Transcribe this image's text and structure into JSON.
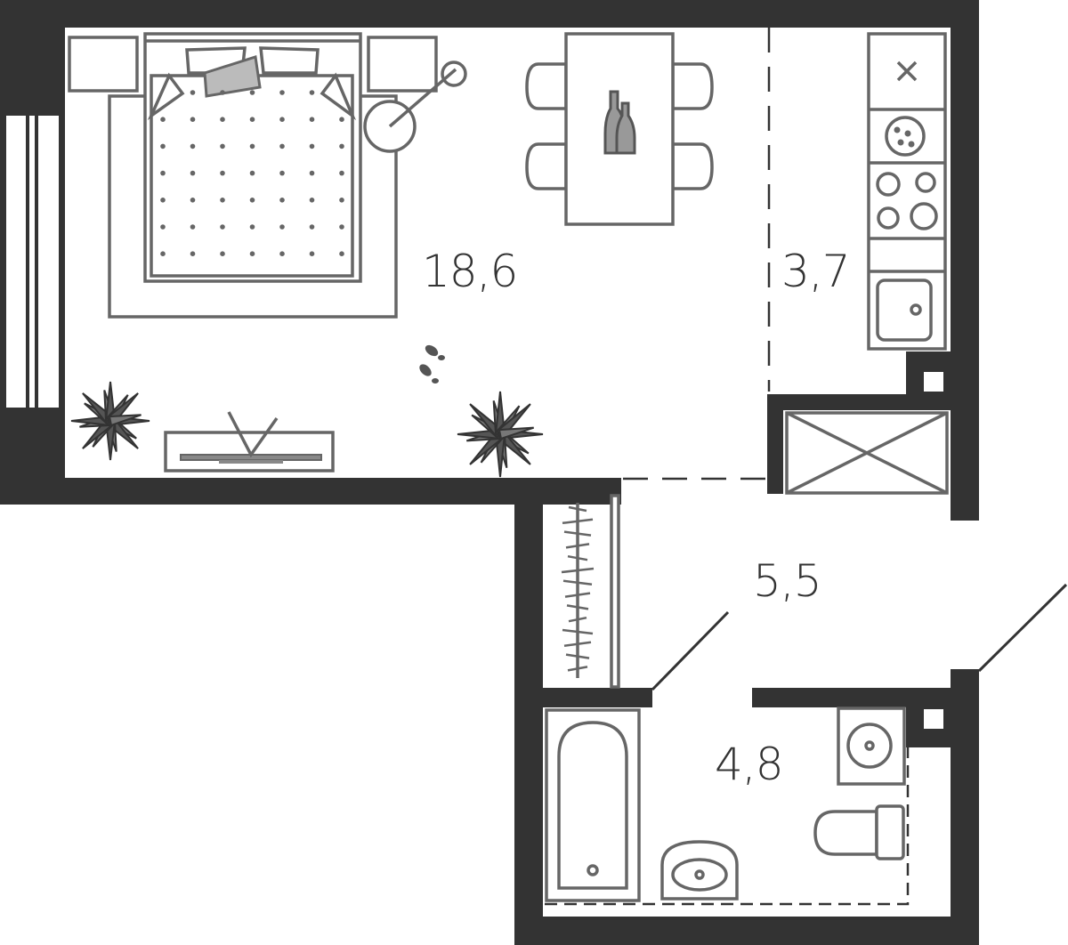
{
  "plan": {
    "rooms": [
      {
        "id": "living",
        "area": "18,6"
      },
      {
        "id": "kitchen",
        "area": "3,7"
      },
      {
        "id": "hallway",
        "area": "5,5"
      },
      {
        "id": "bathroom",
        "area": "4,8"
      }
    ],
    "colors": {
      "wall": "#333333",
      "furniture": "#666666",
      "fill": "#bbbbbb"
    }
  }
}
